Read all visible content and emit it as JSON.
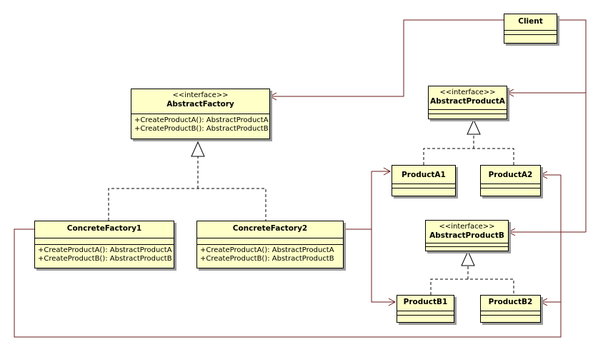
{
  "colors": {
    "fill": "#ffffc8",
    "border": "#000000",
    "line": "#6b1a1a"
  },
  "classes": {
    "client": {
      "name": "Client"
    },
    "abstract_factory": {
      "stereotype": "<<interface>>",
      "name": "AbstractFactory",
      "ops": [
        "+CreateProductA(): AbstractProductA",
        "+CreateProductB(): AbstractProductB"
      ]
    },
    "concrete_factory1": {
      "name": "ConcreteFactory1",
      "ops": [
        "+CreateProductA(): AbstractProductA",
        "+CreateProductB(): AbstractProductB"
      ]
    },
    "concrete_factory2": {
      "name": "ConcreteFactory2",
      "ops": [
        "+CreateProductA(): AbstractProductA",
        "+CreateProductB(): AbstractProductB"
      ]
    },
    "abstract_product_a": {
      "stereotype": "<<interface>>",
      "name": "AbstractProductA"
    },
    "abstract_product_b": {
      "stereotype": "<<interface>>",
      "name": "AbstractProductB"
    },
    "product_a1": {
      "name": "ProductA1"
    },
    "product_a2": {
      "name": "ProductA2"
    },
    "product_b1": {
      "name": "ProductB1"
    },
    "product_b2": {
      "name": "ProductB2"
    }
  }
}
